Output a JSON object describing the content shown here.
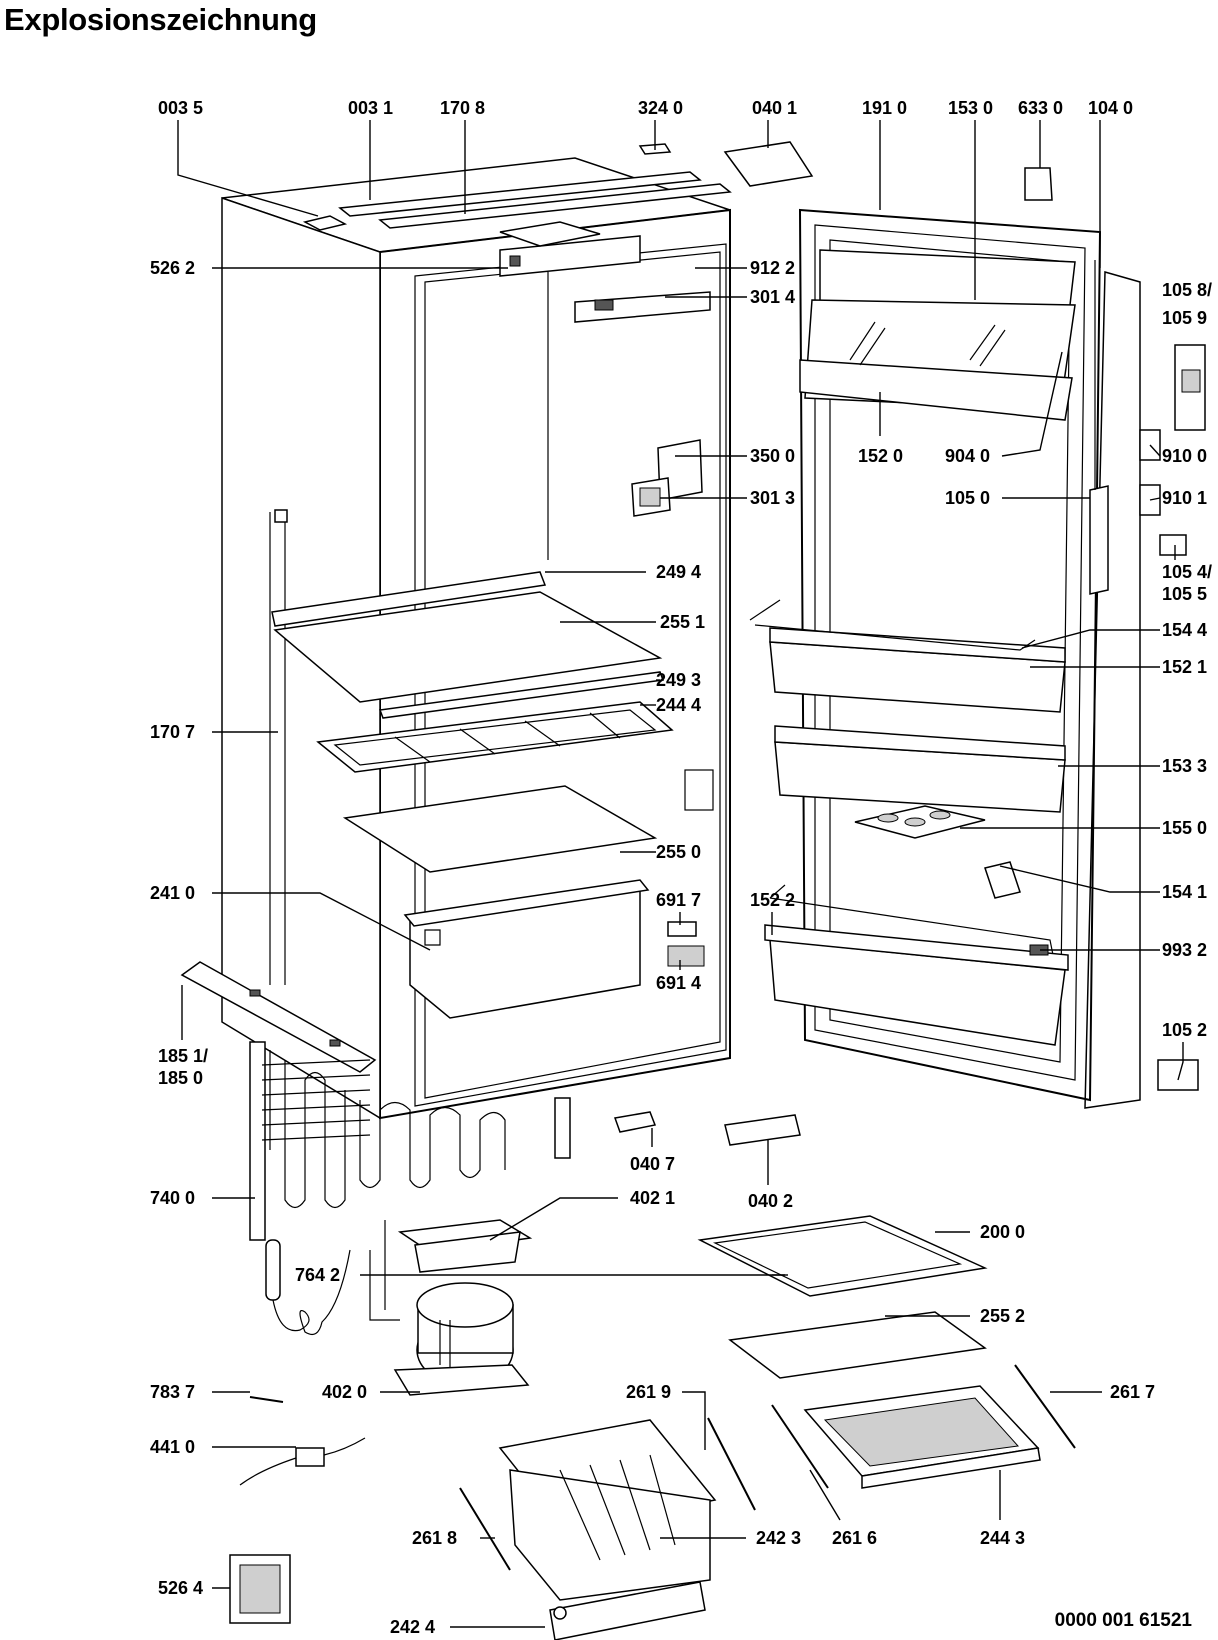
{
  "title": "Explosionszeichnung",
  "document_number": "0000 001 61521",
  "parts": [
    {
      "id": "p0035",
      "label": "003 5"
    },
    {
      "id": "p0031",
      "label": "003 1"
    },
    {
      "id": "p1708",
      "label": "170 8"
    },
    {
      "id": "p3240",
      "label": "324 0"
    },
    {
      "id": "p0401",
      "label": "040 1"
    },
    {
      "id": "p1910",
      "label": "191 0"
    },
    {
      "id": "p1530",
      "label": "153 0"
    },
    {
      "id": "p6330",
      "label": "633 0"
    },
    {
      "id": "p1040",
      "label": "104 0"
    },
    {
      "id": "p5262",
      "label": "526 2"
    },
    {
      "id": "p9122",
      "label": "912 2"
    },
    {
      "id": "p3014",
      "label": "301 4"
    },
    {
      "id": "p1058a",
      "label": "105 8/"
    },
    {
      "id": "p1059",
      "label": "105 9"
    },
    {
      "id": "p1520",
      "label": "152 0"
    },
    {
      "id": "p9040",
      "label": "904 0"
    },
    {
      "id": "p3500",
      "label": "350 0"
    },
    {
      "id": "p9100",
      "label": "910 0"
    },
    {
      "id": "p3013",
      "label": "301 3"
    },
    {
      "id": "p1050",
      "label": "105 0"
    },
    {
      "id": "p9101",
      "label": "910 1"
    },
    {
      "id": "p2494",
      "label": "249 4"
    },
    {
      "id": "p1054a",
      "label": "105 4/"
    },
    {
      "id": "p1055",
      "label": "105 5"
    },
    {
      "id": "p2551",
      "label": "255 1"
    },
    {
      "id": "p1544",
      "label": "154 4"
    },
    {
      "id": "p1521",
      "label": "152 1"
    },
    {
      "id": "p2493",
      "label": "249 3"
    },
    {
      "id": "p2444",
      "label": "244 4"
    },
    {
      "id": "p1707",
      "label": "170 7"
    },
    {
      "id": "p1533",
      "label": "153 3"
    },
    {
      "id": "p1550",
      "label": "155 0"
    },
    {
      "id": "p2550",
      "label": "255 0"
    },
    {
      "id": "p2410",
      "label": "241 0"
    },
    {
      "id": "p6917",
      "label": "691 7"
    },
    {
      "id": "p1522",
      "label": "152 2"
    },
    {
      "id": "p1541",
      "label": "154 1"
    },
    {
      "id": "p9932",
      "label": "993 2"
    },
    {
      "id": "p6914",
      "label": "691 4"
    },
    {
      "id": "p1851a",
      "label": "185 1/"
    },
    {
      "id": "p1850",
      "label": "185 0"
    },
    {
      "id": "p1052",
      "label": "105 2"
    },
    {
      "id": "p0407",
      "label": "040 7"
    },
    {
      "id": "p0402",
      "label": "040 2"
    },
    {
      "id": "p7400",
      "label": "740 0"
    },
    {
      "id": "p4021",
      "label": "402 1"
    },
    {
      "id": "p2000",
      "label": "200 0"
    },
    {
      "id": "p7642",
      "label": "764 2"
    },
    {
      "id": "p2552",
      "label": "255 2"
    },
    {
      "id": "p7837",
      "label": "783 7"
    },
    {
      "id": "p4020",
      "label": "402 0"
    },
    {
      "id": "p2619",
      "label": "261 9"
    },
    {
      "id": "p2617",
      "label": "261 7"
    },
    {
      "id": "p4410",
      "label": "441 0"
    },
    {
      "id": "p2618",
      "label": "261 8"
    },
    {
      "id": "p2423",
      "label": "242 3"
    },
    {
      "id": "p2616",
      "label": "261 6"
    },
    {
      "id": "p2443",
      "label": "244 3"
    },
    {
      "id": "p5264",
      "label": "526 4"
    },
    {
      "id": "p2424",
      "label": "242 4"
    }
  ]
}
